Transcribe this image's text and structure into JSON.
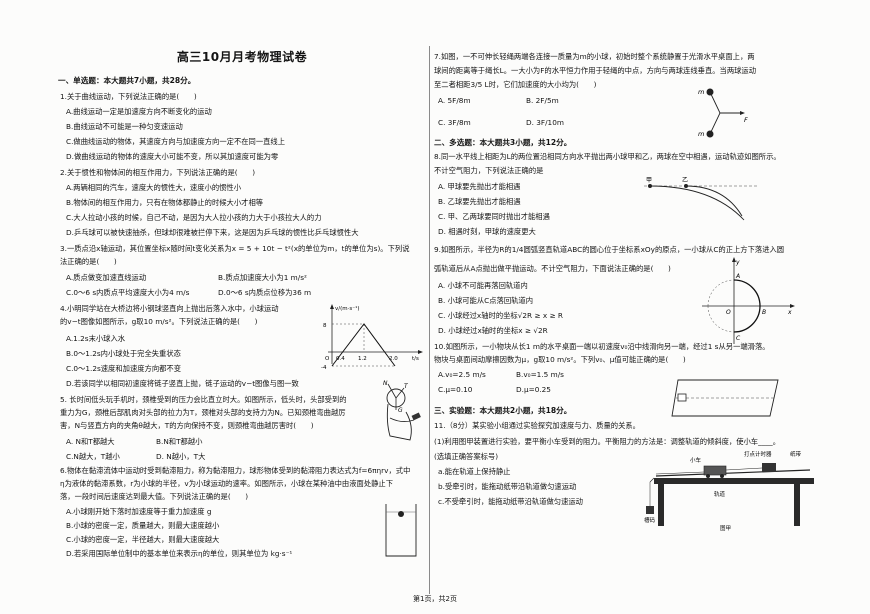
{
  "title": "高三10月月考物理试卷",
  "left": {
    "s1": "一、单选题：本大题共7小题，共28分。",
    "q1": "1.关于曲线运动，下列说法正确的是(　　)",
    "q1a": "A.曲线运动一定是加速度方向不断变化的运动",
    "q1b": "B.曲线运动不可能是一种匀变速运动",
    "q1c": "C.做曲线运动的物体，其速度方向与加速度方向一定不在同一直线上",
    "q1d": "D.做曲线运动的物体的速度大小可能不变，所以其加速度可能为零",
    "q2": "2.关于惯性和物体间的相互作用力，下列说法正确的是(　　)",
    "q2a": "A.两辆相同的汽车，速度大的惯性大，速度小的惯性小",
    "q2b": "B.物体间的相互作用力，只有在物体都静止的时候大小才相等",
    "q2c": "C.大人拉动小孩的时候，自己不动，是因为大人拉小孩的力大于小孩拉大人的力",
    "q2d": "D.乒乓球可以被快速抽杀，但球却很难被拦停下来，这是因为乒乓球的惯性比乒乓球惯性大",
    "q3": "3.一质点沿x轴运动，其位置坐标x随时间t变化关系为x = 5 + 10t − t²(x的单位为m，t的单位为s)。下列说",
    "q3_2": "法正确的是(　　)",
    "q3a": "A.质点做变加速直线运动",
    "q3b": "B.质点加速度大小为1 m/s²",
    "q3c": "C.0～6 s内质点平均速度大小为4 m/s",
    "q3d": "D.0～6 s内质点位移为36 m",
    "q4": "4.小明同学站在大桥边将小钢球竖直向上抛出后落入水中，小球运动",
    "q4_2": "的v−t图像如图所示，g取10 m/s²。下列说法正确的是(　　)",
    "q4a": "A.1.2s末小球入水",
    "q4b": "B.0～1.2s内小球处于完全失重状态",
    "q4c": "C.0～1.2s速度和加速度方向都不变",
    "q4d": "D.若该同学以相同初速度将链子竖直上抛，链子运动的v−t图像与图一致",
    "q5": "5. 长时间低头玩手机时，颈椎受到的压力会比直立时大。如图所示，低头时，头部受到的",
    "q5_2": "重力为G，颈椎后部肌肉对头部的拉力为T，颈椎对头部的支持力为N。已知颈椎弯曲越厉",
    "q5_3": "害，N与竖直方向的夹角θ越大，T的方向保持不变，则颈椎弯曲越厉害时(　　)",
    "q5a": "A. N和T都越大",
    "q5b": "B.N和T都越小",
    "q5c": "C.N越大，T越小",
    "q5d": "D. N越小，T大",
    "q6": "6.物体在黏滞流体中运动时受到黏滞阻力，称为黏滞阻力，球形物体受到的黏滞阻力表达式为f=6πηrv，式中",
    "q6_2": "η为液体的黏滞系数，r为小球的半径，v为小球运动的速率。如图所示，小球在某种油中由液面处静止下",
    "q6_3": "落，一段时间后速度达到最大值。下列说法正确的是(　　)",
    "q6a": "A.小球刚开始下落时加速度等于重力加速度 g",
    "q6b": "B.小球的密度一定，质量越大，则最大速度越小",
    "q6c": "C.小球的密度一定，半径越大，则最大速度越大",
    "q6d": "D.若采用国际单位制中的基本单位来表示η的单位，则其单位为 kg·s⁻¹"
  },
  "right": {
    "q7": "7.如图，一不可伸长轻绳两端各连接一质量为m的小球，初始时整个系统静置于光滑水平桌面上，两",
    "q7_2": "球间的距离等于绳长L。一大小为F的水平恒力作用于轻绳的中点，方向与两球连线垂直。当两球运动",
    "q7_3": "至二者相距3/5 L时，它们加速度的大小均为(　　)",
    "q7a": "A. 5F/8m",
    "q7b": "B. 2F/5m",
    "q7c": "C. 3F/8m",
    "q7d": "D. 3F/10m",
    "s2": "二、多选题：本大题共3小题，共12分。",
    "q8": "8.同一水平线上相距为L的两位置沿相同方向水平抛出两小球甲和乙，两球在空中相遇，运动轨迹如图所示。",
    "q8_2": "不计空气阻力，下列说法正确的是",
    "q8a": "A. 甲球要先抛出才能相遇",
    "q8b": "B. 乙球要先抛出才能相遇",
    "q8c": "C. 甲、乙两球要同时抛出才能相遇",
    "q8d": "D. 相遇时刻，甲球的速度更大",
    "q9": "9.如图所示，半径为R的1/4圆弧竖直轨道ABC的圆心位于坐标系xOy的原点，一小球从C的正上方下落进入圆",
    "q9_2": "弧轨道后从A点抛出做平抛运动。不计空气阻力，下面说法正确的是(　　)",
    "q9a": "A. 小球不可能再落回轨道内",
    "q9b": "B. 小球可能从C点落回轨道内",
    "q9c": "C. 小球经过x轴时的坐标√2R ≥ x ≥ R",
    "q9d": "D. 小球经过x轴时的坐标x ≥ √2R",
    "q10": "10.如图所示，一小物块从长1 m的水平桌面一端以初速度v₀沿中线滑向另一端，经过1 s从另一端滑落。",
    "q10_2": "物块与桌面间动摩擦因数为μ，g取10 m/s²。下列v₀、μ值可能正确的是(　　)",
    "q10a": "A.v₀=2.5 m/s",
    "q10b": "B.v₀=1.5 m/s",
    "q10c": "C.μ=0.10",
    "q10d": "D.μ=0.25",
    "s3": "三、实验题：本大题共2小题，共18分。",
    "q11": "11.（8分）某实验小组通过实验探究加速度与力、质量的关系。",
    "q11_1": "(1)利用图甲装置进行实验，要平衡小车受到的阻力。平衡阻力的方法是：调整轨道的倾斜度，使小车____。",
    "q11_2": "(选填正确答案标号)",
    "q11a": "a.能在轨道上保持静止",
    "q11b": "b.受牵引时，能拖动纸带沿轨道做匀速运动",
    "q11c": "c.不受牵引时，能拖动纸带沿轨道做匀速运动"
  },
  "fig4": {
    "ylabel": "v/(m·s⁻¹)",
    "xlabel": "t/s",
    "y_top": "8",
    "y_bottom": "-4",
    "x0": "O",
    "x1": "0.4",
    "x2": "1.2",
    "x3": "2.0"
  },
  "fig5": {
    "label_n": "N",
    "label_t": "T",
    "label_g": "G"
  },
  "fig7": {
    "m_top": "m",
    "m_bottom": "m",
    "force": "F"
  },
  "fig8": {
    "jia": "甲",
    "yi": "乙"
  },
  "fig9": {
    "y": "y",
    "x": "x",
    "a": "A",
    "b": "B",
    "c": "C",
    "o": "O"
  },
  "fig11": {
    "dashiqi": "打点计时器",
    "zhidai": "纸带",
    "xiaoche": "小车",
    "guidao": "轨道",
    "caozhu": "槽码",
    "tujia": "图甲"
  },
  "footer": "第1页，共2页"
}
